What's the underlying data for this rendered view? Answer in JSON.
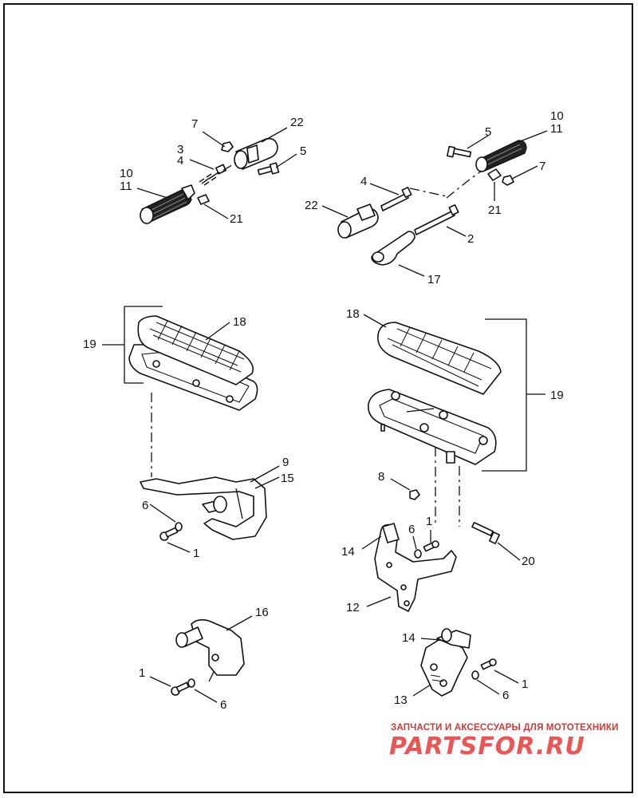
{
  "callouts": {
    "tl_7": "7",
    "tl_22": "22",
    "tl_3": "3",
    "tl_4": "4",
    "tl_5": "5",
    "tl_10": "10",
    "tl_11": "11",
    "tl_21": "21",
    "tr_10": "10",
    "tr_11": "11",
    "tr_5": "5",
    "tr_7": "7",
    "tr_21": "21",
    "tr_4": "4",
    "tr_22": "22",
    "tr_2": "2",
    "tr_17": "17",
    "ml_19": "19",
    "ml_18": "18",
    "ml_9": "9",
    "ml_15": "15",
    "ml_6": "6",
    "ml_1": "1",
    "mr_18": "18",
    "mr_19": "19",
    "mr_8": "8",
    "mr_1": "1",
    "mr_6": "6",
    "mr_14": "14",
    "mr_20": "20",
    "mr_12": "12",
    "bl_16": "16",
    "bl_1": "1",
    "bl_6": "6",
    "br_14": "14",
    "br_1": "1",
    "br_13": "13",
    "br_6": "6"
  },
  "watermark": {
    "tagline": "ЗАПЧАСТИ И АКСЕССУАРЫ ДЛЯ МОТОТЕХНИКИ",
    "logo": "PARTSFOR.RU"
  }
}
